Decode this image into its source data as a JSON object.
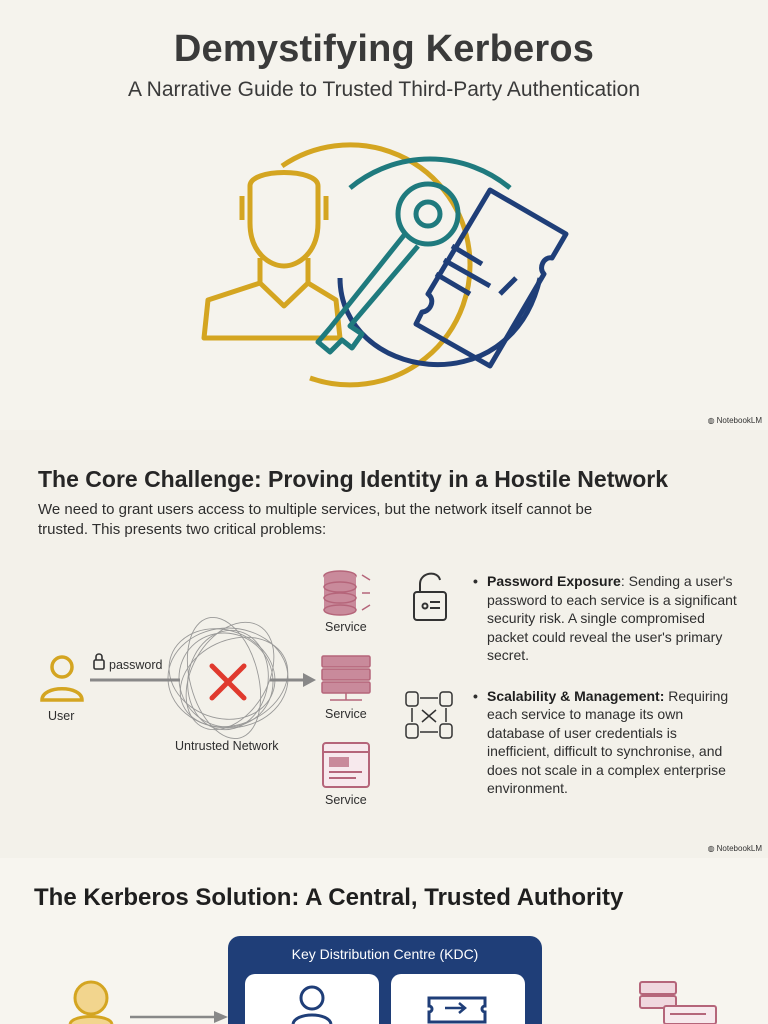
{
  "title_slide": {
    "title": "Demystifying Kerberos",
    "subtitle": "A Narrative Guide to Trusted Third-Party Authentication",
    "brand": "NotebookLM"
  },
  "challenge_slide": {
    "title": "The Core Challenge: Proving Identity in a Hostile Network",
    "intro": "We need to grant users access to multiple services, but the network itself cannot be trusted. This presents two critical problems:",
    "user_label": "User",
    "password_label": "password",
    "network_label": "Untrusted Network",
    "services": [
      "Service",
      "Service",
      "Service"
    ],
    "bullets": [
      {
        "heading": "Password Exposure",
        "text": ": Sending a user's password to each service is a significant security risk. A single compromised packet could reveal the user's primary secret."
      },
      {
        "heading": "Scalability & Management:",
        "text": " Requiring each service to manage its own database of user credentials is inefficient, difficult to synchronise, and does not scale in a complex enterprise environment."
      }
    ],
    "brand": "NotebookLM"
  },
  "solution_slide": {
    "title": "The Kerberos Solution: A Central, Trusted Authority",
    "kdc_title": "Key Distribution Centre (KDC)"
  },
  "colors": {
    "gold": "#d4a521",
    "teal": "#1f7a7e",
    "navy": "#1f3e78",
    "rose": "#b5657a",
    "red": "#e03a2e",
    "kdc_blue": "#1f3e78"
  }
}
